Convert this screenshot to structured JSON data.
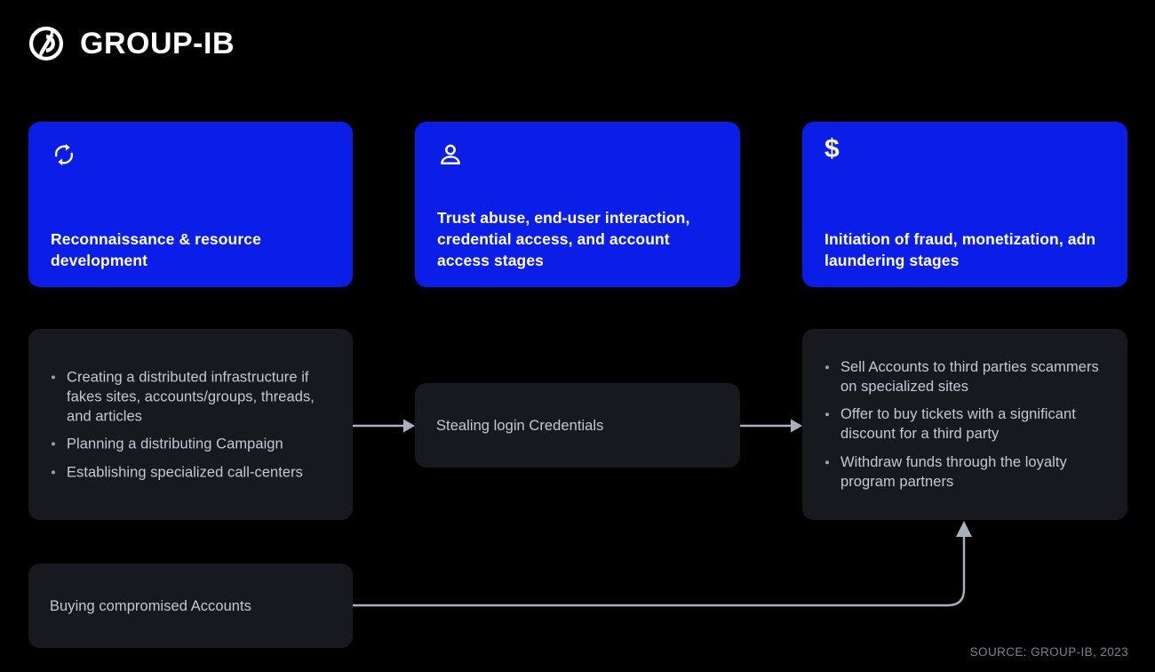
{
  "brand": {
    "name": "GROUP-IB",
    "logo_icon": "group-ib-slashed-circle-logo"
  },
  "stages": [
    {
      "icon": "refresh-cycle-icon",
      "title": "Reconnaissance & resource development",
      "accent": "#0b1ee8"
    },
    {
      "icon": "user-person-icon",
      "title": "Trust abuse, end-user interaction, credential access, and account access stages",
      "accent": "#0b1ee8"
    },
    {
      "icon": "dollar-sign-icon",
      "title": "Initiation of fraud, monetization, adn laundering stages",
      "accent": "#0b1ee8"
    }
  ],
  "detail_boxes": {
    "left": {
      "kind": "bullets",
      "items": [
        "Creating a distributed infrastructure if fakes sites, accounts/groups, threads, and articles",
        "Planning a distributing Campaign",
        "Establishing specialized call-centers"
      ]
    },
    "middle": {
      "kind": "label",
      "label": "Stealing login Credentials"
    },
    "right": {
      "kind": "bullets",
      "items": [
        "Sell Accounts to third parties scammers on specialized sites",
        "Offer to buy tickets with a significant discount for a third party",
        "Withdraw funds through the loyalty  program partners"
      ]
    },
    "bottom_left": {
      "kind": "label",
      "label": "Buying compromised Accounts"
    }
  },
  "connectors": [
    {
      "name": "arrow-left-to-middle",
      "shape": "straight-right-arrow"
    },
    {
      "name": "arrow-middle-to-right",
      "shape": "straight-right-arrow"
    },
    {
      "name": "arrow-bottom-left-to-right",
      "shape": "elbow-up-arrow"
    }
  ],
  "footer": {
    "source": "SOURCE: GROUP-IB, 2023"
  },
  "colors": {
    "background": "#000000",
    "accent_blue": "#0b1ee8",
    "panel_grey": "#17191f",
    "body_text": "#c3c8d1",
    "muted_text": "#7d838e",
    "connector": "#a8b0bb"
  }
}
